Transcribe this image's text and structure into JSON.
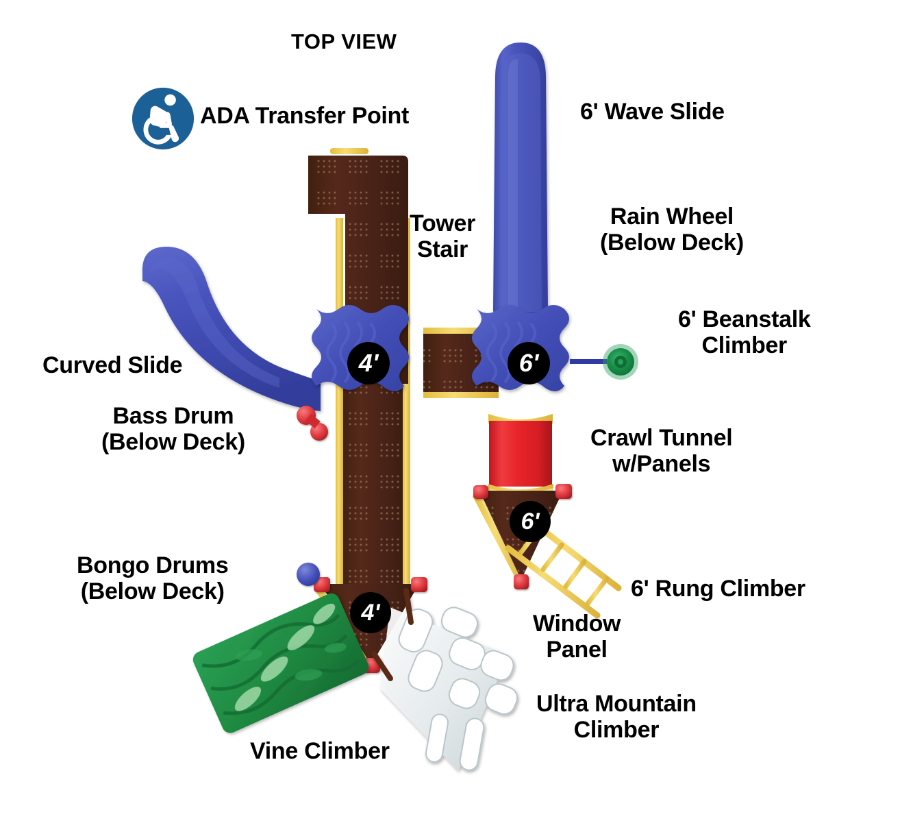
{
  "title": "TOP VIEW",
  "legend": {
    "ada": {
      "icon": "wheelchair-accessible-icon",
      "label": "ADA Transfer  Point"
    }
  },
  "labels": {
    "wave_slide": "6' Wave Slide",
    "rain_wheel": "Rain Wheel\n(Below Deck)",
    "tower_stair": "Tower\nStair",
    "beanstalk_climber": "6' Beanstalk\nClimber",
    "curved_slide": "Curved Slide",
    "bass_drum": "Bass Drum\n(Below Deck)",
    "crawl_tunnel": "Crawl Tunnel\nw/Panels",
    "bongo_drums": "Bongo Drums\n(Below Deck)",
    "rung_climber": "6' Rung Climber",
    "window_panel": "Window\nPanel",
    "ultra_mountain_climber": "Ultra Mountain\nClimber",
    "vine_climber": "Vine Climber"
  },
  "deck_heights": {
    "deck_left": "4'",
    "deck_right": "6'",
    "deck_triangle_right": "6'",
    "deck_triangle_left": "4'"
  },
  "colors": {
    "deck_blue": "#4450b8",
    "deck_blue_dark": "#2e3a96",
    "deck_brown": "#4a2318",
    "rail_yellow": "#f5d155",
    "tunnel_red": "#e8242a",
    "vine_green": "#1f8a41",
    "beanstalk_green": "#1a8347",
    "ada_blue": "#1b6096",
    "climber_gray": "#dfe6e8",
    "connector_red": "#c1272d",
    "badge_black": "#000000",
    "text_black": "#000000",
    "background": "#ffffff"
  }
}
